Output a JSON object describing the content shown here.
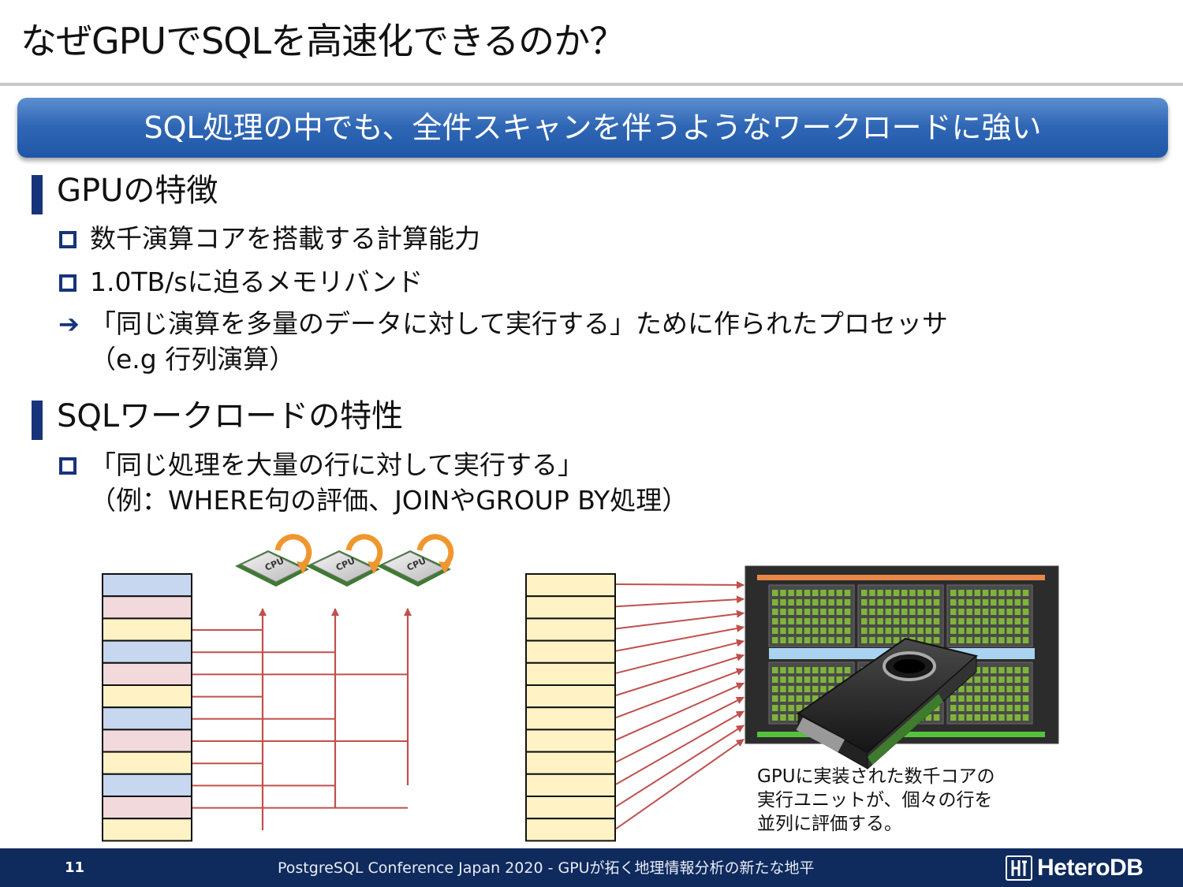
{
  "slide": {
    "title": "なぜGPUでSQLを高速化できるのか？",
    "banner": "SQL処理の中でも、全件スキャンを伴うようなワークロードに強い"
  },
  "sections": [
    {
      "heading": "GPUの特徴",
      "bullets": [
        {
          "marker": "box",
          "text": "数千演算コアを搭載する計算能力"
        },
        {
          "marker": "box",
          "text": "1.0TB/sに迫るメモリバンド"
        },
        {
          "marker": "arrow",
          "arrow_glyph": "➔",
          "text": "「同じ演算を多量のデータに対して実行する」ために作られたプロセッサ",
          "text2": "（e.g  行列演算）"
        }
      ]
    },
    {
      "heading": "SQLワークロードの特性",
      "bullets": [
        {
          "marker": "box",
          "text": "「同じ処理を大量の行に対して実行する」",
          "text2": "（例：WHERE句の評価、JOINやGROUP BY処理）"
        }
      ]
    }
  ],
  "diagram": {
    "cpu_chip_label": "CPU",
    "cpu_row_colors": [
      "#c6d7ef",
      "#f2d9dc",
      "#fff3c6"
    ],
    "gpu_row_color": "#fff3c6",
    "arrow_color": "#c0504d",
    "gpu_caption": [
      "GPUに実装された数千コアの",
      "実行ユニットが、個々の行を",
      "並列に評価する。"
    ]
  },
  "footer": {
    "page_number": "11",
    "text": "PostgreSQL Conference Japan 2020 - GPUが拓く地理情報分析の新たな地平",
    "logo_text": "HeteroDB"
  }
}
